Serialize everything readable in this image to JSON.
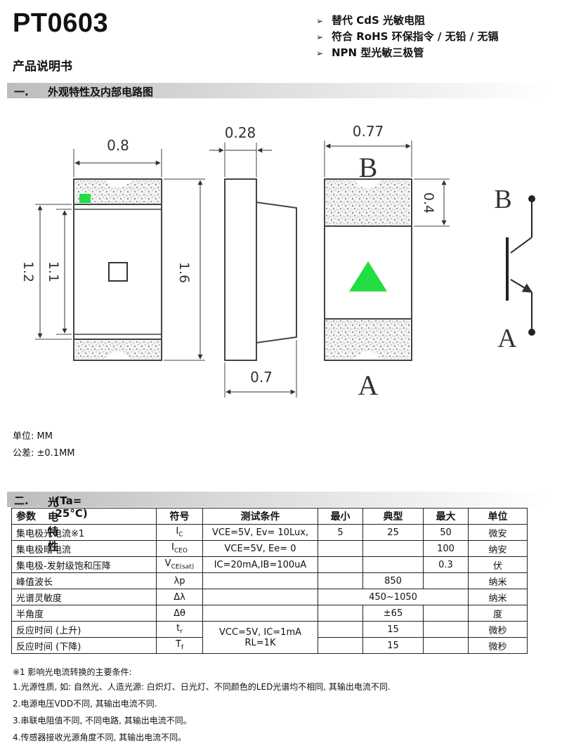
{
  "header": {
    "title": "PT0603",
    "subtitle": "产品说明书",
    "features": [
      "替代 CdS 光敏电阻",
      "符合 RoHS 环保指令 / 无铅 / 无镉",
      "NPN 型光敏三极管"
    ]
  },
  "section1": {
    "number": "一.",
    "title": "外观特性及内部电路图"
  },
  "drawing": {
    "dims": {
      "top_width": "0.8",
      "side_width": "0.28",
      "bottom_view_width": "0.77",
      "pad_height": "0.4",
      "height_12": "1.2",
      "height_11": "1.1",
      "height_16": "1.6",
      "base_width": "0.7"
    },
    "pin_b": "B",
    "pin_a": "A",
    "symbol_b": "B",
    "symbol_a": "A",
    "accent_color": "#22dd44"
  },
  "units": {
    "unit": "单位: MM",
    "tolerance": "公差: ±0.1MM"
  },
  "section2": {
    "number": "二.",
    "title": "光电特性",
    "condition": "(Ta= 25°C)"
  },
  "table": {
    "headers": [
      "参数",
      "符号",
      "测试条件",
      "最小",
      "典型",
      "最大",
      "单位"
    ],
    "rows": [
      {
        "param": "集电极光电流※1",
        "sym": "I",
        "sub": "C",
        "cond": "VCE=5V, Ev= 10Lux,",
        "min": "5",
        "typ": "25",
        "max": "50",
        "unit": "微安"
      },
      {
        "param": "集电极暗电流",
        "sym": "I",
        "sub": "CEO",
        "cond": "VCE=5V, Ee= 0",
        "min": "",
        "typ": "",
        "max": "100",
        "unit": "纳安"
      },
      {
        "param": "集电极-发射级饱和压降",
        "sym": "V",
        "sub": "CE(sat)",
        "cond": "IC=20mA,IB=100uA",
        "min": "",
        "typ": "",
        "max": "0.3",
        "unit": "伏"
      },
      {
        "param": "峰值波长",
        "sym": "λp",
        "sub": "",
        "cond": "",
        "min": "",
        "typ": "850",
        "max": "",
        "unit": "纳米"
      },
      {
        "param": "光谱灵敏度",
        "sym": "Δλ",
        "sub": "",
        "cond": "",
        "min": "",
        "typ": "450~1050",
        "max": "",
        "unit": "纳米"
      },
      {
        "param": "半角度",
        "sym": "Δθ",
        "sub": "",
        "cond": "",
        "min": "",
        "typ": "±65",
        "max": "",
        "unit": "度"
      },
      {
        "param": "反应时间 (上升)",
        "sym": "t",
        "sub": "r",
        "cond": "VCC=5V, IC=1mA",
        "min": "",
        "typ": "15",
        "max": "",
        "unit": "微秒"
      },
      {
        "param": "反应时间 (下降)",
        "sym": "T",
        "sub": "f",
        "cond": "RL=1K",
        "min": "",
        "typ": "15",
        "max": "",
        "unit": "微秒"
      }
    ]
  },
  "notes": [
    "※1 影响光电流转换的主要条件:",
    "1.光源性质, 如: 自然光、人造光源: 白炽灯、日光灯、不同颜色的LED光谱均不相同, 其输出电流不同.",
    "2.电源电压VDD不同, 其输出电流不同.",
    "3.串联电阻值不同, 不同电路, 其输出电流不同。",
    "4.传感器接收光源角度不同, 其输出电流不同。"
  ]
}
